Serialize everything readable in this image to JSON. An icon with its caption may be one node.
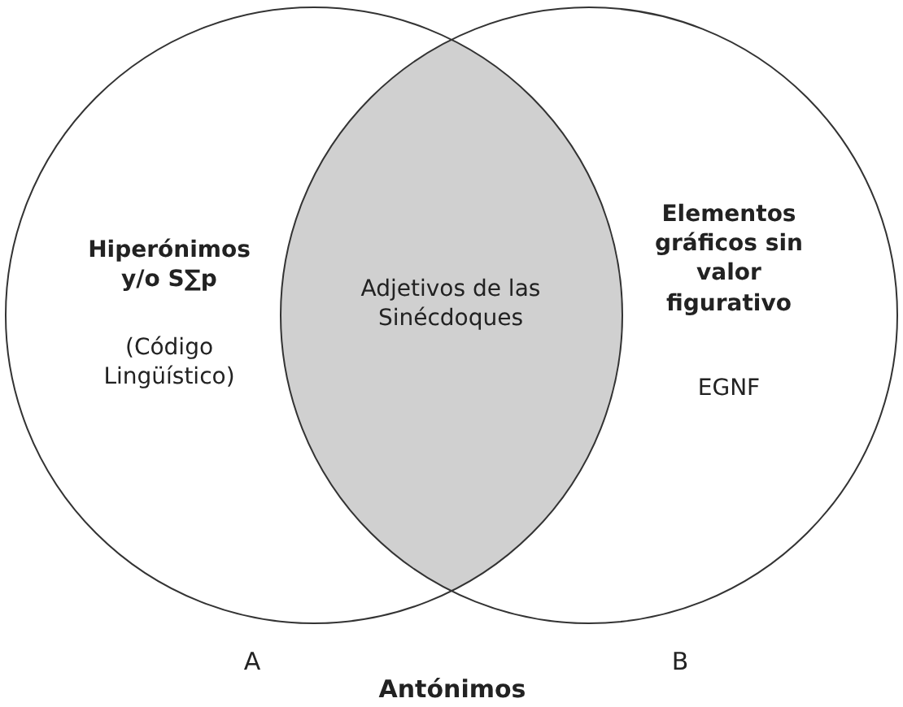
{
  "diagram": {
    "nodes": [
      {
        "text": [
          "Hiperónimos y/o S∑p",
          "(Código Lingüístico)"
        ]
      },
      {
        "text": [
          "Elementos gráficos sin valor figurativo",
          "EGNF"
        ]
      },
      {
        "text": [
          "Adjetivos de las Sinécdoques"
        ]
      }
    ],
    "labels": [
      "A",
      "B",
      "Antónimos"
    ]
  }
}
